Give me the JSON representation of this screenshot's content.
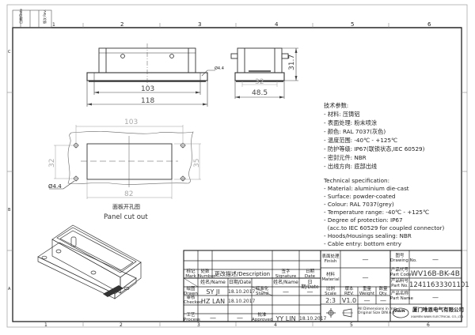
{
  "sheet": {
    "zone_columns": [
      "1",
      "2",
      "3",
      "4",
      "5",
      "6"
    ],
    "zone_rows": [
      "C",
      "B",
      "A"
    ],
    "rev_strip": {
      "date_label": "日期/Date",
      "rev_label": "版次 Rev."
    }
  },
  "front_view": {
    "dimensions": {
      "inner_width": "103",
      "overall_width": "118",
      "hole_diameter": "Ø4.4"
    }
  },
  "side_view": {
    "dimensions": {
      "height": "31.7",
      "inner_width": "32",
      "overall_width": "48.5"
    }
  },
  "panel_cutout": {
    "dimensions": {
      "hole_spacing_x": "103",
      "hole_spacing_y": "32",
      "cutout_height": "35",
      "cutout_width": "82",
      "hole_diameter": "Ø4.4"
    },
    "title_cn": "面板开孔图",
    "title_en": "Panel cut out"
  },
  "spec_cn": {
    "heading": "技术参数:",
    "items": [
      "- 材料: 压铸铝",
      "- 表面处理: 粉末喷涂",
      "- 颜色: RAL 7037(灰色)",
      "- 温度范围: -40℃ - +125℃",
      "- 防护等级: IP67(联锁状态,IEC 60529)",
      "- 密封元件: NBR",
      "- 出线方向: 底部出线"
    ]
  },
  "spec_en": {
    "heading": "Technical specification:",
    "items": [
      "- Material: aluminium die-cast",
      "- Surface: powder-coated",
      "- Colour: RAL 7037(grey)",
      "- Temperature range: -40℃ - +125℃",
      "- Degree of protection: IP67",
      "  (acc.to IEC 60529 for coupled connector)",
      "- Hoods/Housings sealing: NBR",
      "- Cable entry: bottom entry"
    ]
  },
  "title_block": {
    "mark": "标记\nMark",
    "number": "处数\nNumber",
    "description": "更改描述/Description",
    "signature": "签字\nSignature",
    "date": "日期\nDate",
    "name_hdr": "姓名/Name",
    "date_hdr": "日期/Date",
    "drawn_label": "绘图\nDrawn",
    "drawn_name": "SY JI",
    "drawn_date": "18.10.2017",
    "checked_label": "审核\nChecked",
    "checked_name": "HZ LAN",
    "checked_date": "18.10.2017",
    "process_label": "工艺\nProcess",
    "process_name": "—",
    "process_date": "—",
    "stand_label": "标准化\nStand",
    "stand_name": "—",
    "stand_date": "—",
    "approved_label": "批准\nApproved",
    "approved_name": "YY LIN",
    "approved_date": "18.10.2017",
    "finish_label": "表面处理\nFinish",
    "finish_value": "—",
    "material_label": "材料\nMaterial",
    "material_value": "—",
    "scale_label": "比例\nScale",
    "scale_value": "2:3",
    "rev_label": "版本\nREV.",
    "rev_value": "V1.0",
    "weight_label": "重量\nWeight",
    "weight_value": "—",
    "qty_label": "数量\nQty.",
    "qty_value": "—",
    "dims_note": "All Dimensions in mm\nOriginal Size DIN A 4",
    "drawing_no_label": "图号\nDrawing No.",
    "drawing_no_value": "—",
    "part_code_label": "产品代号\nPart Code",
    "part_code_value": "WV16B-BK-4B",
    "part_no_label": "产品料号\nPart No.",
    "part_no_value": "12411633301101",
    "part_name_label": "产品名称\nPart Name",
    "part_name_value": "—",
    "company_cn": "厦门唯恩电气有限公司",
    "company_en": "XIAMEN WAIN ELECTRICAL CO.,LTD",
    "logo_text": "WAIN"
  }
}
